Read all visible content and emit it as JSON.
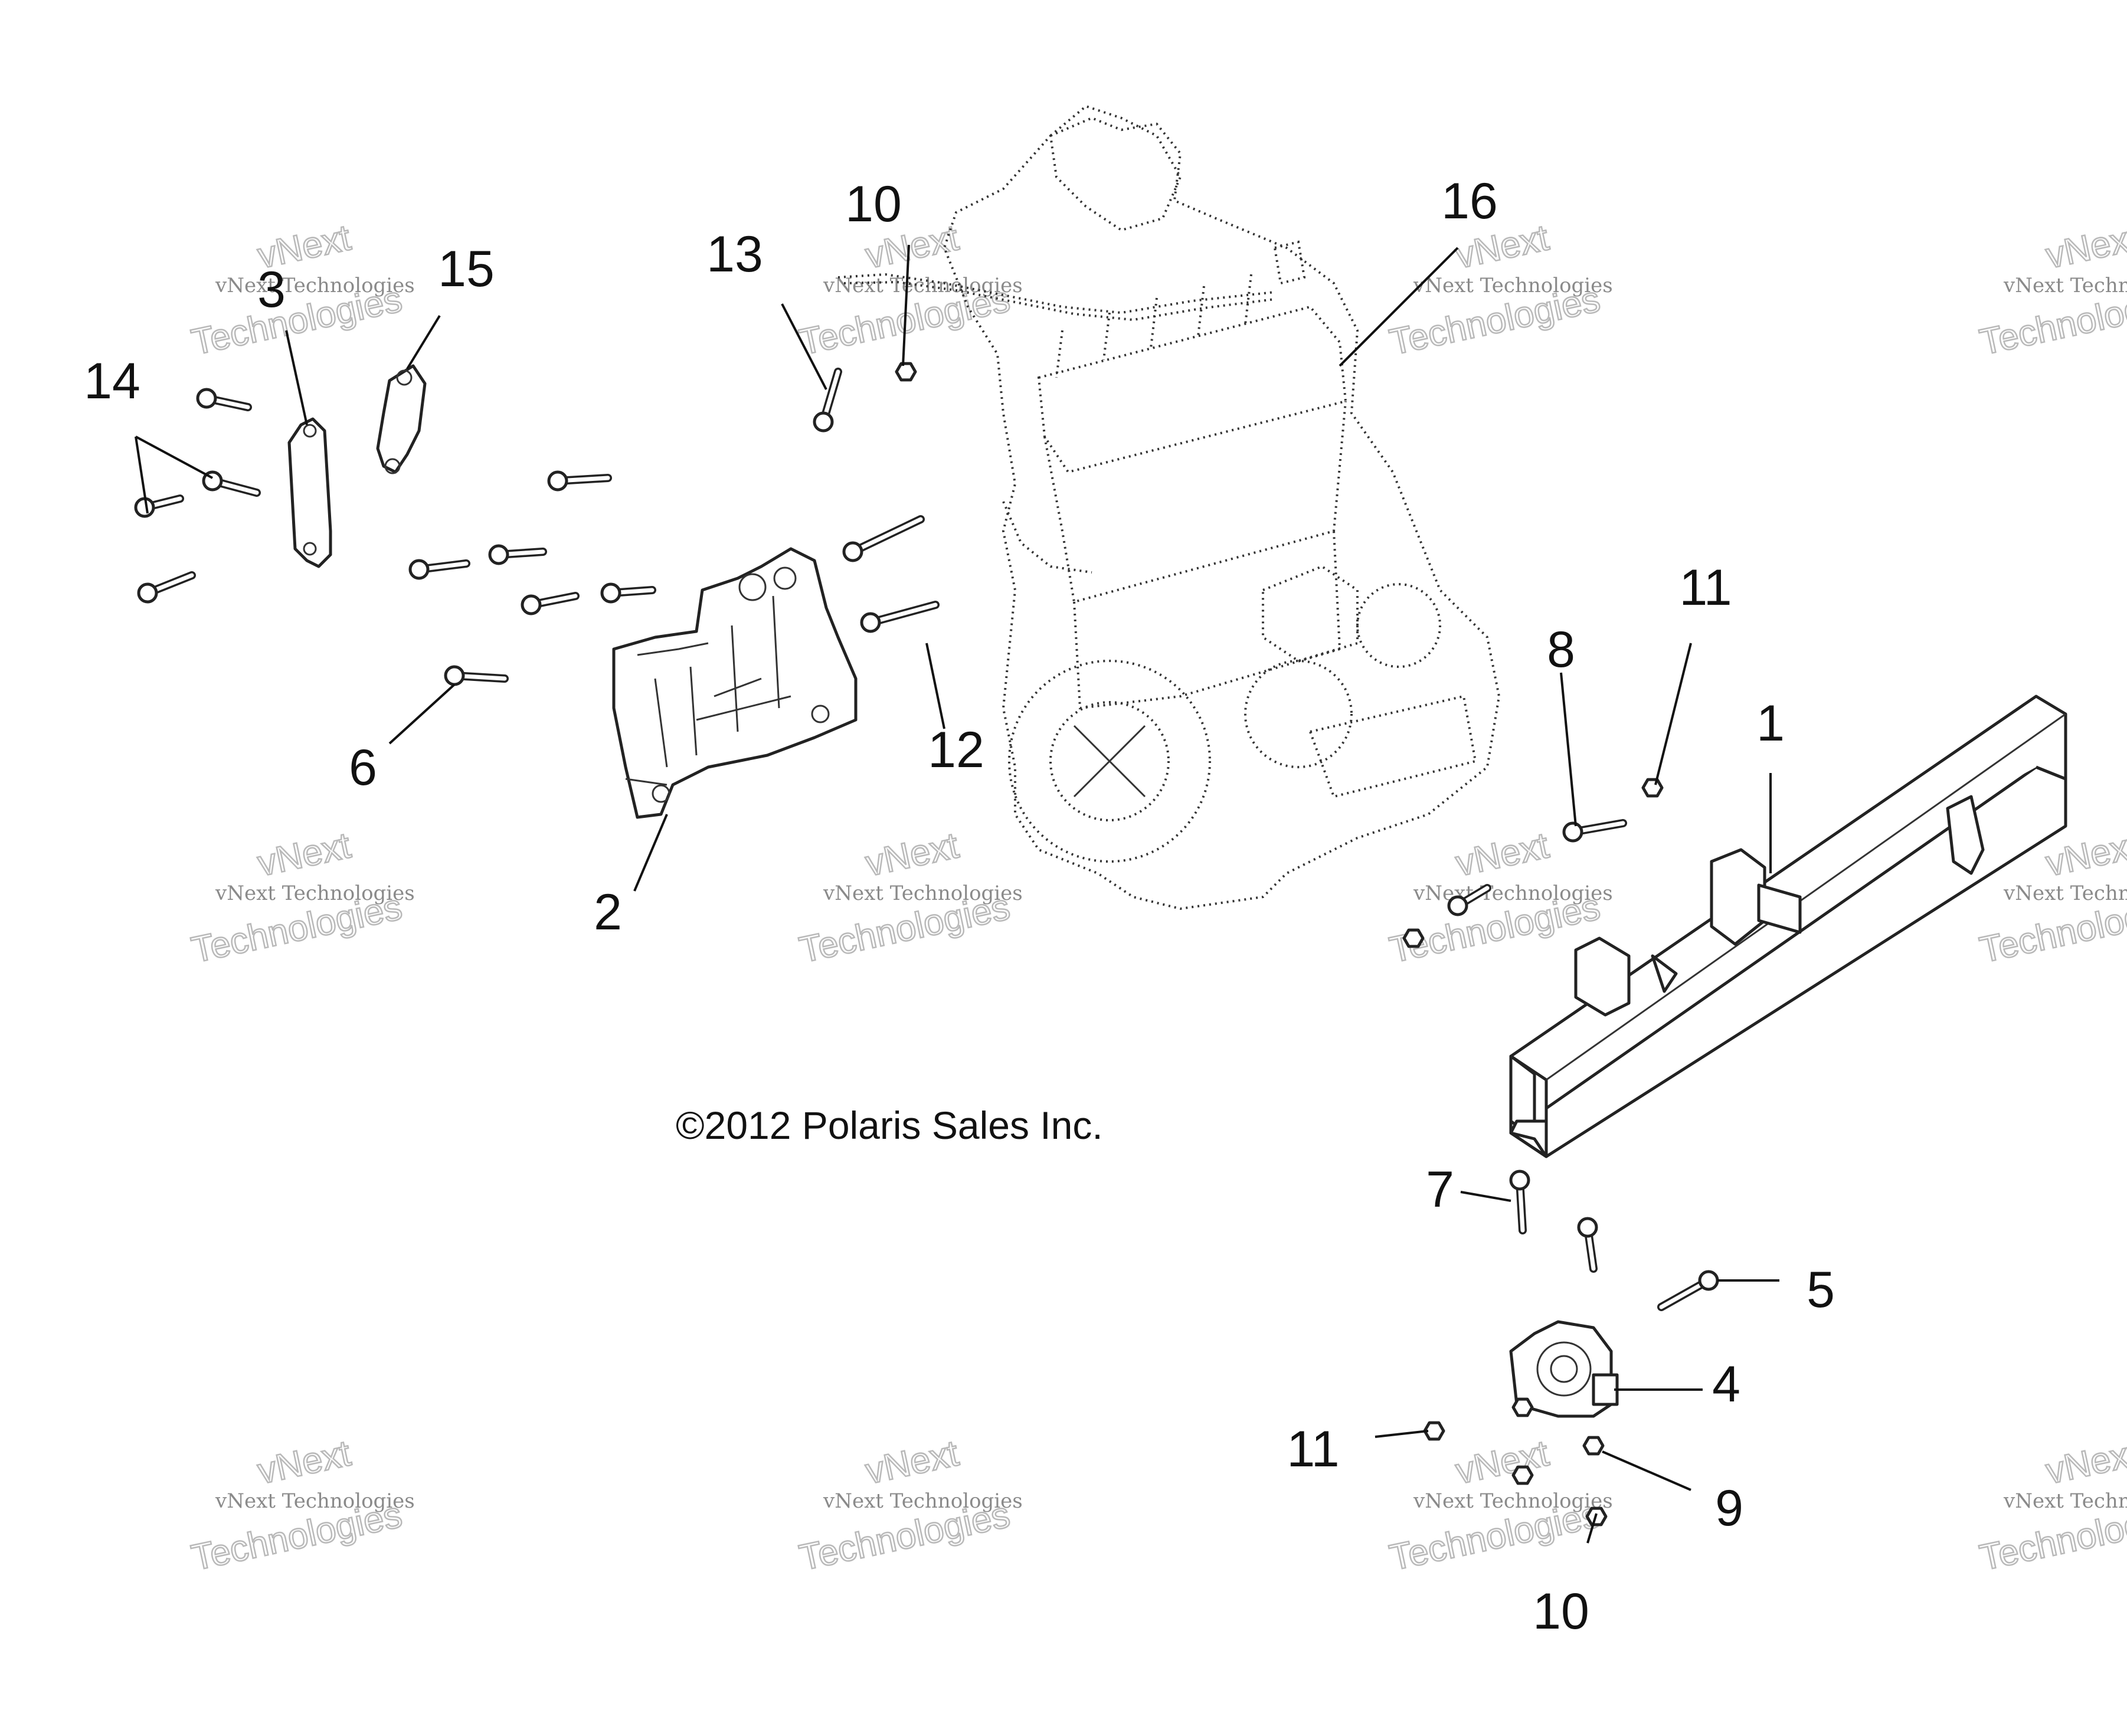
{
  "callouts": [
    {
      "id": "c1",
      "text": "1"
    },
    {
      "id": "c2",
      "text": "2"
    },
    {
      "id": "c3",
      "text": "3"
    },
    {
      "id": "c4",
      "text": "4"
    },
    {
      "id": "c5",
      "text": "5"
    },
    {
      "id": "c6",
      "text": "6"
    },
    {
      "id": "c7",
      "text": "7"
    },
    {
      "id": "c8",
      "text": "8"
    },
    {
      "id": "c9",
      "text": "9"
    },
    {
      "id": "c10a",
      "text": "10"
    },
    {
      "id": "c10b",
      "text": "10"
    },
    {
      "id": "c11a",
      "text": "11"
    },
    {
      "id": "c11b",
      "text": "11"
    },
    {
      "id": "c12",
      "text": "12"
    },
    {
      "id": "c13",
      "text": "13"
    },
    {
      "id": "c14",
      "text": "14"
    },
    {
      "id": "c15",
      "text": "15"
    },
    {
      "id": "c16",
      "text": "16"
    }
  ],
  "copyright": "©2012 Polaris Sales Inc.",
  "watermark": {
    "line1": "vNext Technologies",
    "line2": "vNext",
    "line3": "Technologies"
  }
}
